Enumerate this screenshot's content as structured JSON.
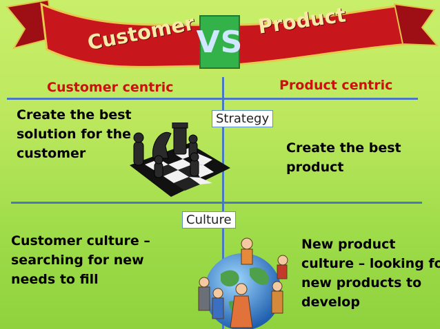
{
  "banner": {
    "left_word": "Customer",
    "vs": "VS",
    "right_word": "Product"
  },
  "columns": {
    "left_heading": "Customer centric",
    "right_heading": "Product centric"
  },
  "strategy": {
    "label": "Strategy",
    "left_text": [
      "Create the best",
      "solution for the",
      "customer"
    ],
    "right_text": [
      "Create the best",
      "product"
    ]
  },
  "culture": {
    "label": "Culture",
    "left_text": [
      "Customer culture –",
      "searching for new",
      "needs to fill"
    ],
    "right_text": [
      "New product",
      "culture – looking for",
      "new products to",
      "develop"
    ]
  },
  "colors": {
    "banner_red": "#c8161d",
    "heading_red": "#cc1010",
    "divider_blue": "#4a78c0",
    "vs_green": "#33b24a"
  },
  "icons": [
    "chess-pieces-icon",
    "globe-people-icon"
  ]
}
